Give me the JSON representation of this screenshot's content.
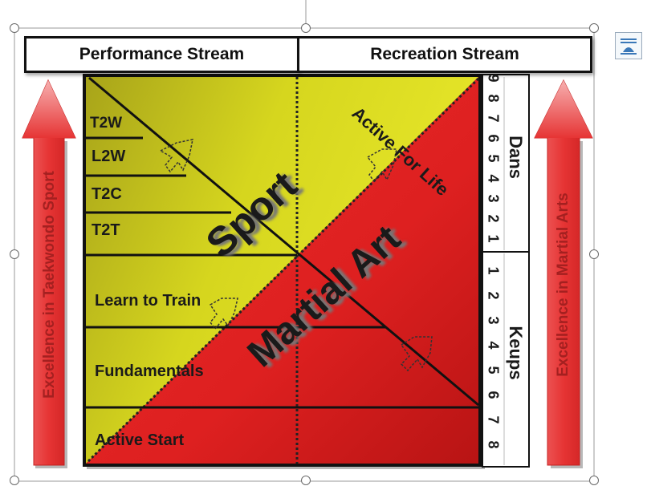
{
  "headers": {
    "performance": "Performance Stream",
    "recreation": "Recreation Stream"
  },
  "stages": {
    "t2w": "T2W",
    "l2w": "L2W",
    "t2c": "T2C",
    "t2t": "T2T",
    "learn_to_train": "Learn to Train",
    "fundamentals": "Fundamentals",
    "active_start": "Active Start"
  },
  "diagonal_labels": {
    "sport": "Sport",
    "martial_art": "Martial Art",
    "active_for_life": "Active For Life"
  },
  "side_arrows": {
    "left": "Excellence in Taekwondo Sport",
    "right": "Excellence in Martial Arts"
  },
  "ranks": {
    "dans_label": "Dans",
    "dans_numbers": "9 8 7 6 5 4 3 2 1",
    "keups_label": "Keups",
    "keups_numbers": "1 2 3 4 5 6 7 8"
  },
  "colors": {
    "yellow": "#d8da1c",
    "olive": "#a8a41a",
    "red": "#e02424",
    "arrow_red": "#e8343a",
    "border": "#111111"
  },
  "icons": {
    "format_options": "layout-options-icon",
    "development_arrows": "dashed-arrow-icon"
  }
}
